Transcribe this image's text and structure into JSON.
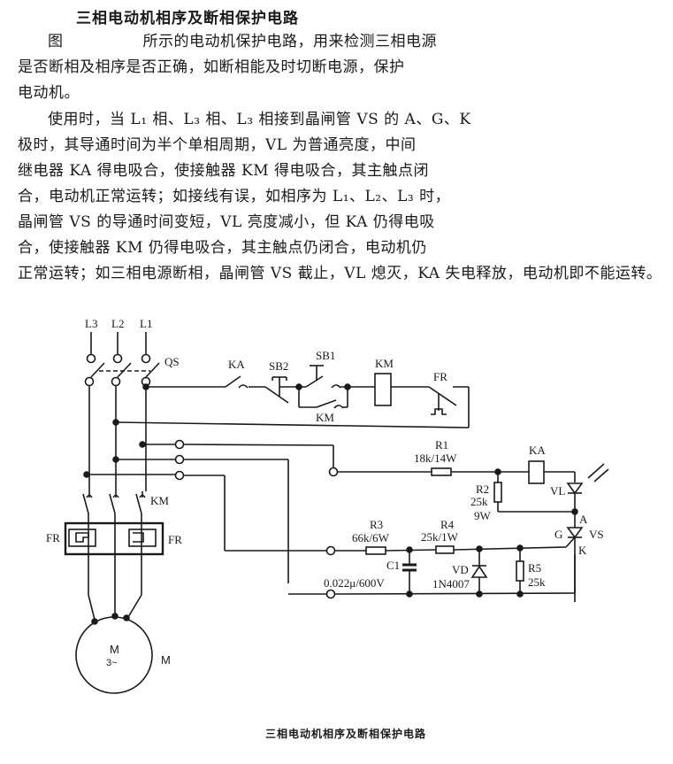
{
  "document": {
    "title": "三相电动机相序及断相保护电路",
    "paragraph1": {
      "lead": "图",
      "lines": [
        "所示的电动机保护电路，用来检测三相电源",
        "是否断相及相序是否正确，如断相能及时切断电源，保护",
        "电动机。"
      ]
    },
    "paragraph2": {
      "lines": [
        "使用时，当 L₁ 相、L₃ 相、L₃ 相接到晶闸管 VS 的 A、G、K",
        "极时，其导通时间为半个单相周期，VL 为普通亮度，中间",
        "继电器 KA 得电吸合，使接触器 KM 得电吸合，其主触点闭",
        "合，电动机正常运转；如接线有误，如相序为 L₁、L₂、L₃ 时，",
        "晶闸管 VS 的导通时间变短，VL 亮度减小，但 KA 仍得电吸",
        "合，使接触器 KM 仍得电吸合，其主触点仍闭合，电动机仍",
        "正常运转；如三相电源断相，晶闸管 VS 截止，VL 熄灭，KA 失电释放，电动机即不能运转。"
      ]
    },
    "caption": "三相电动机相序及断相保护电路"
  },
  "diagram": {
    "phases": [
      "L3",
      "L2",
      "L1"
    ],
    "labels": {
      "qs": "QS",
      "ka_contact": "KA",
      "sb2": "SB2",
      "sb1": "SB1",
      "km_coil": "KM",
      "km_hold": "KM",
      "fr_contact": "FR",
      "km_main": "KM",
      "fr_left": "FR",
      "fr_right": "FR",
      "r1": "R1",
      "r1_value": "18k/14W",
      "ka_coil": "KA",
      "r2": "R2",
      "r2_value1": "25k",
      "r2_value2": "9W",
      "vl": "VL",
      "a": "A",
      "g": "G",
      "vs": "VS",
      "k": "K",
      "r3": "R3",
      "r3_value": "66k/6W",
      "r4": "R4",
      "r4_value": "25k/1W",
      "c1": "C1",
      "c1_value": "0.022μ/600V",
      "vd": "VD",
      "vd_part": "1N4007",
      "r5": "R5",
      "r5_value": "25k",
      "motor": "M",
      "motor_type": "3~",
      "motor_label": "M"
    }
  }
}
